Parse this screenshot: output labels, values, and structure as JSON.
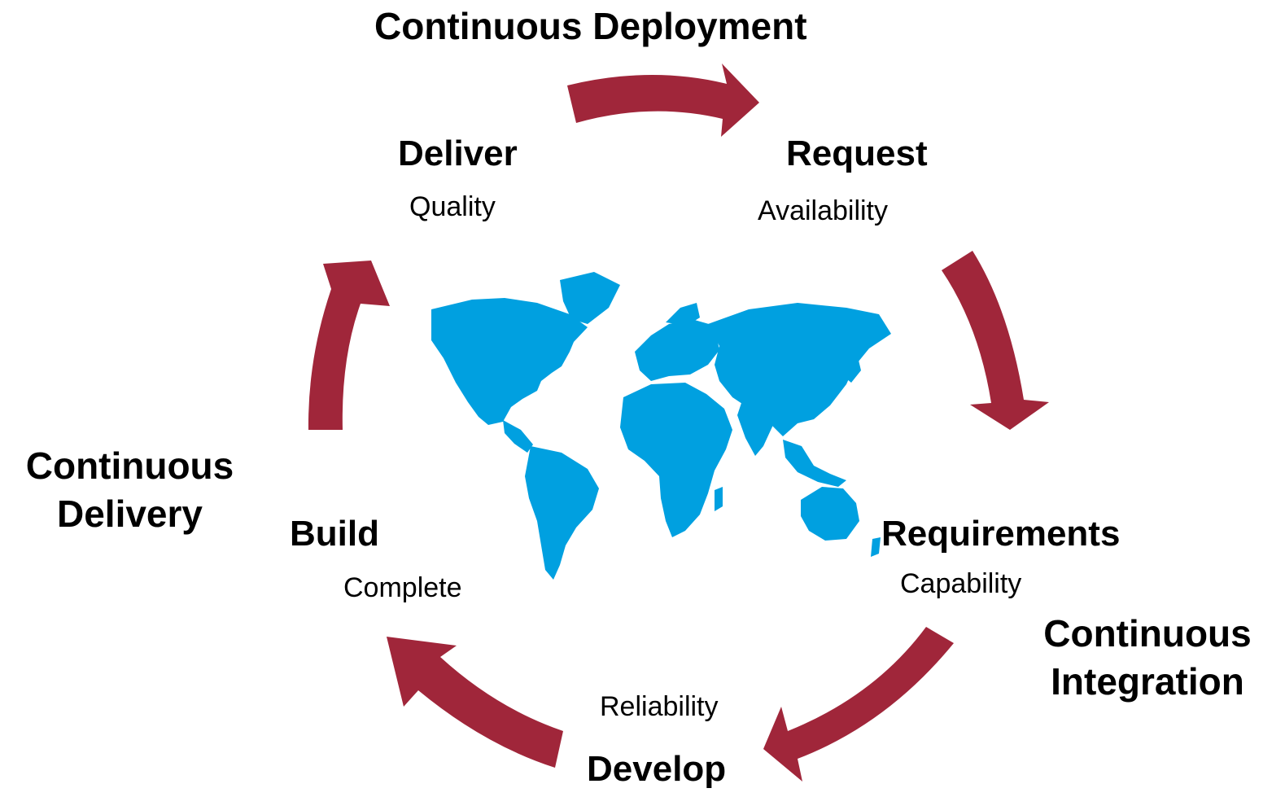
{
  "phases": {
    "deployment": "Continuous Deployment",
    "delivery_line1": "Continuous",
    "delivery_line2": "Delivery",
    "integration_line1": "Continuous",
    "integration_line2": "Integration"
  },
  "stages": {
    "deliver": {
      "title": "Deliver",
      "subtitle": "Quality"
    },
    "request": {
      "title": "Request",
      "subtitle": "Availability"
    },
    "requirements": {
      "title": "Requirements",
      "subtitle": "Capability"
    },
    "develop": {
      "title": "Develop",
      "subtitle": "Reliability"
    },
    "build": {
      "title": "Build",
      "subtitle": "Complete"
    }
  },
  "colors": {
    "arrow": "#a0263a",
    "map": "#00a0e0",
    "text": "#000000",
    "background": "#ffffff"
  },
  "icons": {
    "center": "world-map-icon",
    "arrows": "curved-arrow-icon"
  }
}
